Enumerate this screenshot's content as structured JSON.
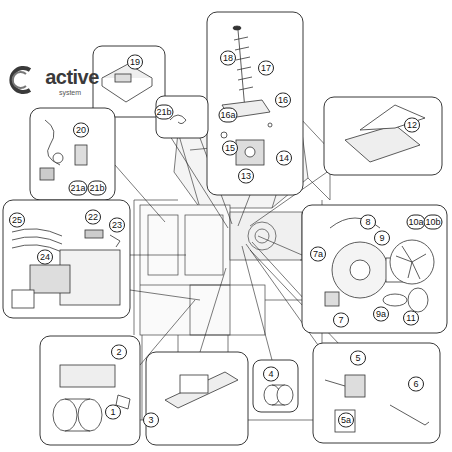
{
  "diagram": {
    "labels": [
      "active",
      "system",
      "19",
      "21b",
      "18",
      "17",
      "16a",
      "16",
      "15",
      "14",
      "13",
      "12",
      "20",
      "21a",
      "21b",
      "25",
      "22",
      "23",
      "24",
      "8",
      "9",
      "10a",
      "10b",
      "7a",
      "9a",
      "7",
      "11",
      "2",
      "1",
      "3",
      "4",
      "5",
      "5a",
      "6"
    ]
  }
}
